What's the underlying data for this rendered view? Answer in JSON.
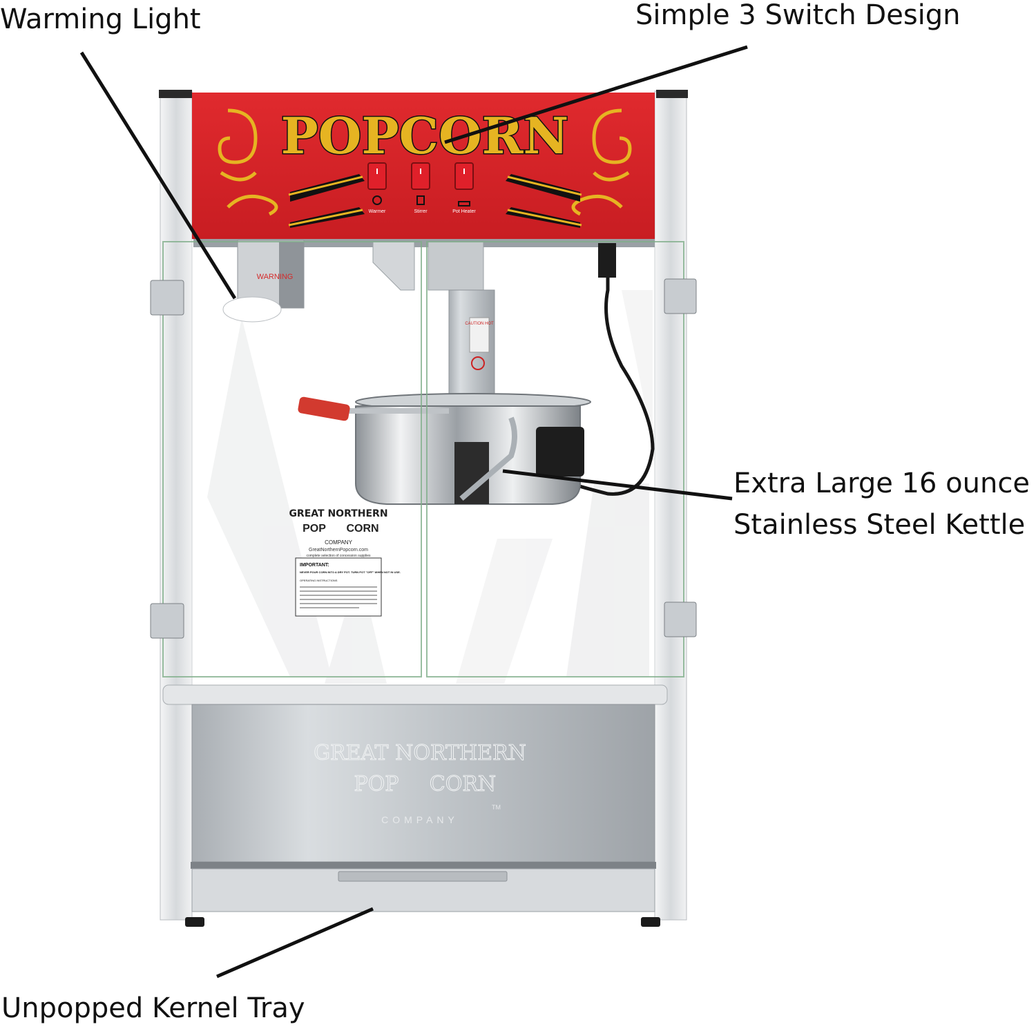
{
  "callouts": {
    "warming_light": "Warming Light",
    "switch_design": "Simple 3 Switch Design",
    "kettle_line1": "Extra Large 16 ounce",
    "kettle_line2": "Stainless Steel Kettle",
    "kernel_tray": "Unpopped Kernel Tray"
  },
  "machine": {
    "sign_text": "POPCORN",
    "switch_labels": [
      "Warmer",
      "Stirrer",
      "Pot Heater"
    ],
    "warning_label": "WARNING",
    "caution_label": "CAUTION HOT",
    "brand_line1": "GREAT NORTHERN",
    "brand_pop": "POP",
    "brand_corn": "CORN",
    "brand_company": "COMPANY",
    "brand_url": "GreatNorthernPopcorn.com",
    "brand_tagline": "complete selection of concession supplies",
    "instructions_heading": "IMPORTANT:",
    "instructions_warning": "NEVER POUR CORN INTO A DRY POT. TURN POT \"OFF\" WHEN NOT IN USE.",
    "instructions_title": "OPERATING INSTRUCTIONS",
    "trademark": "TM"
  },
  "colors": {
    "header_red": "#d8252a",
    "gold": "#e6b422",
    "steel": "#c9cdd1",
    "frame": "#e9ecee",
    "switch_red": "#e0202a",
    "handle_red": "#d23a2f"
  }
}
